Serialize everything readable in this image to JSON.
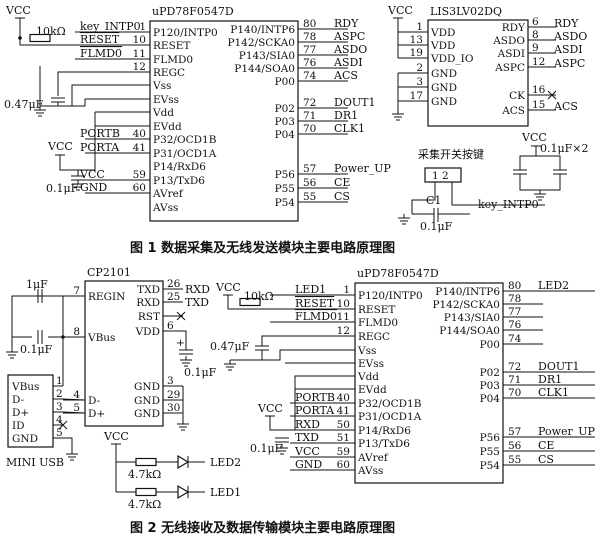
{
  "captions": {
    "fig1": "图 1   数据采集及无线发送模块主要电路原理图",
    "fig2": "图 2   无线接收及数据传输模块主要电路原理图"
  },
  "fig1": {
    "mcu_name": "uPD78F0547D",
    "left_pins": [
      {
        "num": "1",
        "name": "P120/INTP0"
      },
      {
        "num": "10",
        "name": "RESET"
      },
      {
        "num": "11",
        "name": "FLMD0"
      },
      {
        "num": "12",
        "name": "REGC"
      },
      {
        "num": "",
        "name": "Vss"
      },
      {
        "num": "",
        "name": "EVss"
      },
      {
        "num": "",
        "name": "Vdd"
      },
      {
        "num": "",
        "name": "EVdd"
      },
      {
        "num": "40",
        "name": "P32/OCD1B"
      },
      {
        "num": "41",
        "name": "P31/OCD1A"
      },
      {
        "num": "",
        "name": "P14/RxD6"
      },
      {
        "num": "59",
        "name": "P13/TxD6"
      },
      {
        "num": "60",
        "name": "AVref"
      },
      {
        "num": "",
        "name": "AVss"
      }
    ],
    "left_nets": [
      "key_INTP0",
      "RESET",
      "FLMD0",
      "",
      "",
      "",
      "",
      "",
      "PORTB",
      "PORTA",
      "",
      "VCC",
      "GND",
      ""
    ],
    "right_pins": [
      {
        "num": "80",
        "name": "P140/INTP6",
        "net": "RDY"
      },
      {
        "num": "78",
        "name": "P142/SCKA0",
        "net": "ASPC"
      },
      {
        "num": "77",
        "name": "P143/SIA0",
        "net": "ASDO"
      },
      {
        "num": "76",
        "name": "P144/SOA0",
        "net": "ASDI"
      },
      {
        "num": "74",
        "name": "P00",
        "net": "ACS"
      },
      {
        "num": "72",
        "name": "P02",
        "net": "DOUT1"
      },
      {
        "num": "71",
        "name": "P03",
        "net": "DR1"
      },
      {
        "num": "70",
        "name": "P04",
        "net": "CLK1"
      },
      {
        "num": "57",
        "name": "P56",
        "net": "Power_UP"
      },
      {
        "num": "56",
        "name": "P55",
        "net": "CE"
      },
      {
        "num": "55",
        "name": "P54",
        "net": "CS"
      }
    ],
    "vcc": "VCC",
    "r_key": "10kΩ",
    "c_regc": "0.47μF",
    "c_vdd": "0.1μF",
    "acc_name": "LIS3LV02DQ",
    "acc_left": [
      {
        "num": "1",
        "name": "VDD"
      },
      {
        "num": "13",
        "name": "VDD"
      },
      {
        "num": "19",
        "name": "VDD_IO"
      },
      {
        "num": "2",
        "name": "GND"
      },
      {
        "num": "3",
        "name": "GND"
      },
      {
        "num": "17",
        "name": "GND"
      }
    ],
    "acc_right": [
      {
        "num": "6",
        "name": "RDY",
        "net": "RDY"
      },
      {
        "num": "8",
        "name": "ASDO",
        "net": "ASDO"
      },
      {
        "num": "9",
        "name": "ASDI",
        "net": "ASDI"
      },
      {
        "num": "12",
        "name": "ASPC",
        "net": "ASPC"
      },
      {
        "num": "16",
        "name": "CK",
        "net": ""
      },
      {
        "num": "15",
        "name": "ACS",
        "net": "ACS"
      }
    ],
    "caps_x2": "0.1μF×2",
    "switch_label": "采集开关按键",
    "switch_pins": "1  2",
    "c1": "C1",
    "c1_val": "0.1μF",
    "key_net": "key_INTP0"
  },
  "fig2": {
    "usb_chip": "CP2101",
    "usb_left": [
      {
        "num": "7",
        "name": "REGIN"
      },
      {
        "num": "8",
        "name": "VBus"
      },
      {
        "num": "4",
        "name": "D-"
      },
      {
        "num": "5",
        "name": "D+"
      }
    ],
    "usb_right": [
      {
        "num": "26",
        "name": "TXD",
        "net": "RXD"
      },
      {
        "num": "25",
        "name": "RXD",
        "net": "TXD"
      },
      {
        "num": "",
        "name": "RST",
        "net": ""
      },
      {
        "num": "6",
        "name": "VDD",
        "net": ""
      },
      {
        "num": "3",
        "name": "GND",
        "net": ""
      },
      {
        "num": "29",
        "name": "GND",
        "net": ""
      },
      {
        "num": "30",
        "name": "GND",
        "net": ""
      }
    ],
    "c_regin": "1μF",
    "c_vbus": "0.1μF",
    "c_vdd": "0.1μF",
    "mini_usb_label": "MINI USB",
    "mini_usb_pins": [
      {
        "num": "1",
        "name": "VBus"
      },
      {
        "num": "2",
        "name": "D-"
      },
      {
        "num": "3",
        "name": "D+"
      },
      {
        "num": "4",
        "name": "ID"
      },
      {
        "num": "5",
        "name": "GND"
      }
    ],
    "led_vcc": "VCC",
    "led_r": "4.7kΩ",
    "leds": [
      "LED2",
      "LED1"
    ],
    "mcu_name": "uPD78F0547D",
    "left_pins": [
      {
        "num": "1",
        "name": "P120/INTP0"
      },
      {
        "num": "10",
        "name": "RESET"
      },
      {
        "num": "11",
        "name": "FLMD0"
      },
      {
        "num": "12",
        "name": "REGC"
      },
      {
        "num": "",
        "name": "Vss"
      },
      {
        "num": "",
        "name": "EVss"
      },
      {
        "num": "",
        "name": "Vdd"
      },
      {
        "num": "",
        "name": "EVdd"
      },
      {
        "num": "40",
        "name": "P32/OCD1B"
      },
      {
        "num": "41",
        "name": "P31/OCD1A"
      },
      {
        "num": "50",
        "name": "P14/RxD6"
      },
      {
        "num": "51",
        "name": "P13/TxD6"
      },
      {
        "num": "59",
        "name": "AVref"
      },
      {
        "num": "60",
        "name": "AVss"
      }
    ],
    "left_nets": [
      "LED1",
      "RESET",
      "FLMD0",
      "",
      "",
      "",
      "",
      "",
      "PORTB",
      "PORTA",
      "RXD",
      "TXD",
      "VCC",
      "GND"
    ],
    "right_pins": [
      {
        "num": "80",
        "name": "P140/INTP6",
        "net": "LED2"
      },
      {
        "num": "78",
        "name": "P142/SCKA0",
        "net": ""
      },
      {
        "num": "77",
        "name": "P143/SIA0",
        "net": ""
      },
      {
        "num": "76",
        "name": "P144/SOA0",
        "net": ""
      },
      {
        "num": "74",
        "name": "P00",
        "net": ""
      },
      {
        "num": "72",
        "name": "P02",
        "net": "DOUT1"
      },
      {
        "num": "71",
        "name": "P03",
        "net": "DR1"
      },
      {
        "num": "70",
        "name": "P04",
        "net": "CLK1"
      },
      {
        "num": "57",
        "name": "P56",
        "net": "Power_UP"
      },
      {
        "num": "56",
        "name": "P55",
        "net": "CE"
      },
      {
        "num": "55",
        "name": "P54",
        "net": "CS"
      }
    ],
    "vcc": "VCC",
    "r_key": "10kΩ",
    "c_regc": "0.47μF"
  }
}
